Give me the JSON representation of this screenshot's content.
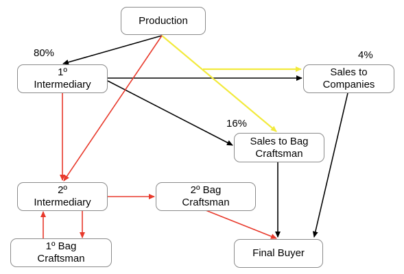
{
  "nodes": {
    "production": {
      "lines": [
        "Production"
      ]
    },
    "intermediary1": {
      "lines": [
        "1º",
        "Intermediary"
      ]
    },
    "sales_companies": {
      "lines": [
        "Sales to",
        "Companies"
      ]
    },
    "sales_bag_craftsman": {
      "lines": [
        "Sales to Bag",
        "Craftsman"
      ]
    },
    "intermediary2": {
      "lines": [
        "2º",
        "Intermediary"
      ]
    },
    "bag_craftsman2": {
      "lines": [
        "2º Bag",
        "Craftsman"
      ]
    },
    "bag_craftsman1": {
      "lines": [
        "1º Bag",
        "Craftsman"
      ]
    },
    "final_buyer": {
      "lines": [
        "Final Buyer"
      ]
    }
  },
  "percentages": {
    "intermediary1": "80%",
    "sales_companies": "4%",
    "sales_bag_craftsman": "16%"
  },
  "colors": {
    "black_flow": "#000000",
    "red_flow": "#e8392b",
    "yellow_flow": "#f2ea3c",
    "box_border": "#8a8a8a"
  }
}
